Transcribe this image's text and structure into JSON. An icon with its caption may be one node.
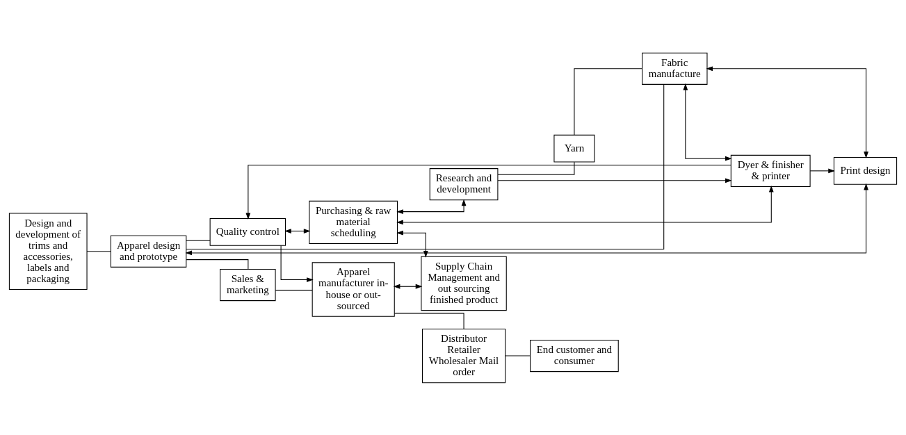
{
  "diagram": {
    "nodes": [
      {
        "text": [
          "Design and development of trims and accessories, labels and packaging"
        ]
      },
      {
        "text": [
          "Research and development"
        ]
      },
      {
        "text": [
          "Yarn"
        ]
      },
      {
        "text": [
          "Fabric manufacture"
        ]
      },
      {
        "text": [
          "Apparel design and prototype"
        ]
      },
      {
        "text": [
          "Sales & marketing"
        ]
      },
      {
        "text": [
          "Apparel manufacturer in-house or out-sourced"
        ]
      },
      {
        "text": [
          "Distributor Retailer Wholesaler Mail order"
        ]
      },
      {
        "text": [
          "End customer and consumer"
        ]
      },
      {
        "text": [
          "Dyer & finisher & printer"
        ]
      },
      {
        "text": [
          "Print design"
        ]
      },
      {
        "text": [
          "Quality control"
        ]
      },
      {
        "text": [
          "Purchasing & raw material scheduling"
        ]
      },
      {
        "text": [
          "Supply Chain Management and out sourcing finished product"
        ]
      }
    ],
    "edges": [
      {
        "from": 0,
        "to": 4,
        "arrow": "none"
      },
      {
        "from": 1,
        "to": 2,
        "arrow": "none"
      },
      {
        "from": 2,
        "to": 3,
        "arrow": "none"
      },
      {
        "from": 3,
        "to": 4,
        "arrow": "none"
      },
      {
        "from": 4,
        "to": 5,
        "arrow": "none"
      },
      {
        "from": 5,
        "to": 6,
        "arrow": "none"
      },
      {
        "from": 6,
        "to": 7,
        "arrow": "none"
      },
      {
        "from": 7,
        "to": 8,
        "arrow": "none"
      },
      {
        "from": 1,
        "to": 9,
        "arrow": "to"
      },
      {
        "from": 3,
        "to": 9,
        "arrow": "both"
      },
      {
        "from": 3,
        "to": 10,
        "arrow": "both"
      },
      {
        "from": 10,
        "to": 4,
        "arrow": "both"
      },
      {
        "from": 9,
        "to": 10,
        "arrow": "to"
      },
      {
        "from": 4,
        "to": 11,
        "arrow": "none"
      },
      {
        "from": 11,
        "to": 6,
        "arrow": "to"
      },
      {
        "from": 9,
        "to": 11,
        "arrow": "to"
      },
      {
        "from": 12,
        "to": 1,
        "arrow": "both"
      },
      {
        "from": 12,
        "to": 9,
        "arrow": "both"
      },
      {
        "from": 11,
        "to": 12,
        "arrow": "both"
      },
      {
        "from": 12,
        "to": 13,
        "arrow": "both"
      },
      {
        "from": 6,
        "to": 13,
        "arrow": "both"
      }
    ]
  }
}
